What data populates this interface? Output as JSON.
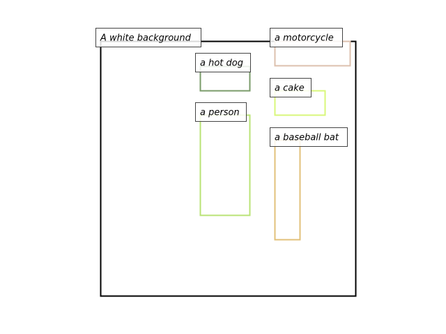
{
  "scene": {
    "frame_label": "A white background",
    "frame_color": "#000000",
    "objects": [
      {
        "id": "motorcycle",
        "label": "a motorcycle",
        "color": "#dcc0ae"
      },
      {
        "id": "hot-dog",
        "label": "a hot dog",
        "color": "#7a9b6a"
      },
      {
        "id": "cake",
        "label": "a cake",
        "color": "#d8f77a"
      },
      {
        "id": "person",
        "label": "a person",
        "color": "#b9e376"
      },
      {
        "id": "baseball-bat",
        "label": "a baseball bat",
        "color": "#e2c07a"
      }
    ]
  }
}
